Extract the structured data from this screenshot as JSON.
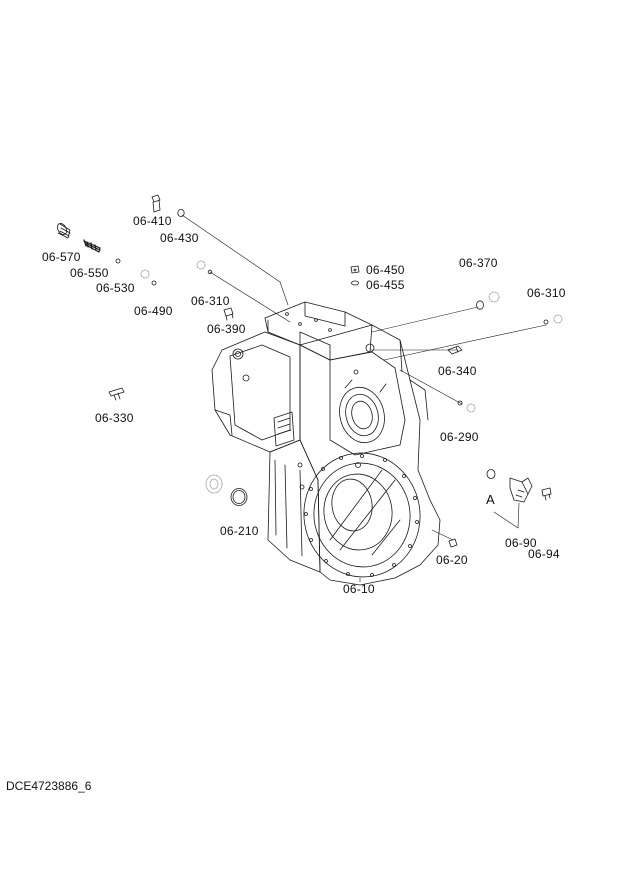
{
  "drawing": {
    "document_id": "DCE4723886_6",
    "detail_marker": "A"
  },
  "part_labels": {
    "p06_410": "06-410",
    "p06_430": "06-430",
    "p06_570": "06-570",
    "p06_550": "06-550",
    "p06_530": "06-530",
    "p06_490": "06-490",
    "p06_310a": "06-310",
    "p06_390": "06-390",
    "p06_450": "06-450",
    "p06_455": "06-455",
    "p06_370": "06-370",
    "p06_310b": "06-310",
    "p06_340": "06-340",
    "p06_330": "06-330",
    "p06_290": "06-290",
    "p06_210": "06-210",
    "p06_20": "06-20",
    "p06_10": "06-10",
    "p06_90": "06-90",
    "p06_94": "06-94"
  },
  "colors": {
    "line": "#1a1a1a",
    "faint": "#9a9a9a",
    "background": "#ffffff"
  }
}
